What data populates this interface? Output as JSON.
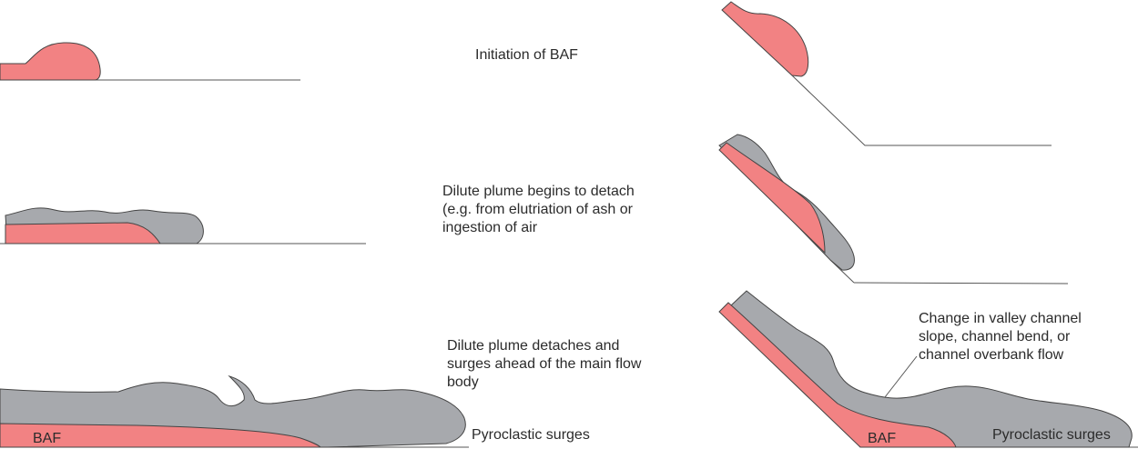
{
  "colors": {
    "flow": "#f28283",
    "plume": "#a7a9ad",
    "outline": "#444444",
    "ground": "#555555",
    "text": "#2b2b2b"
  },
  "labels": {
    "initiation": "Initiation of BAF",
    "plume_begins": "Dilute plume begins to detach\n(e.g. from elutriation of ash or\ningestion of air",
    "plume_detaches": "Dilute plume detaches and\nsurges ahead of the main flow\nbody",
    "channel_change": "Change in valley channel\nslope, channel bend, or\nchannel overbank flow",
    "surges_left": "Pyroclastic surges",
    "surges_right": "Pyroclastic surges",
    "baf_left": "BAF",
    "baf_right": "BAF"
  }
}
